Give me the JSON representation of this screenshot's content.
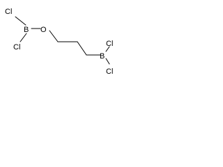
{
  "molecule": {
    "atoms": {
      "cl_top_left": "Cl",
      "b_left": "B",
      "o": "O",
      "cl_bottom_left": "Cl",
      "b_right": "B",
      "cl_top_right": "Cl",
      "cl_bottom_right": "Cl"
    }
  }
}
